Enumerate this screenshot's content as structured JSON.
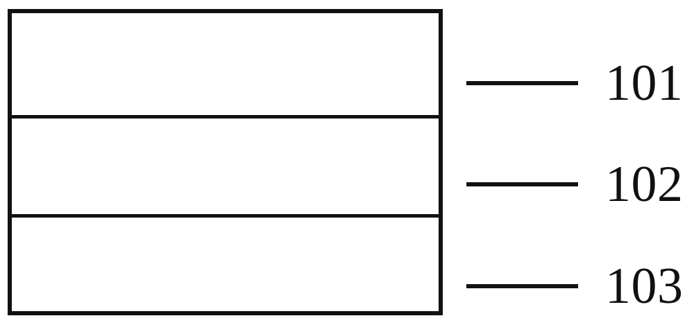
{
  "figure": {
    "type": "layered-cross-section-diagram",
    "background_color": "#ffffff",
    "line_color": "#111111",
    "structure": {
      "outline_label": "layer-stack-outline",
      "layers": [
        {
          "id": "layer-101",
          "reference_numeral": "101",
          "position": "top",
          "fill": "none"
        },
        {
          "id": "layer-102",
          "reference_numeral": "102",
          "position": "middle",
          "fill": "none"
        },
        {
          "id": "layer-103",
          "reference_numeral": "103",
          "position": "bottom",
          "fill": "none"
        }
      ]
    },
    "callouts": [
      {
        "numeral": "101",
        "leader": "leader-line-101"
      },
      {
        "numeral": "102",
        "leader": "leader-line-102"
      },
      {
        "numeral": "103",
        "leader": "leader-line-103"
      }
    ]
  }
}
